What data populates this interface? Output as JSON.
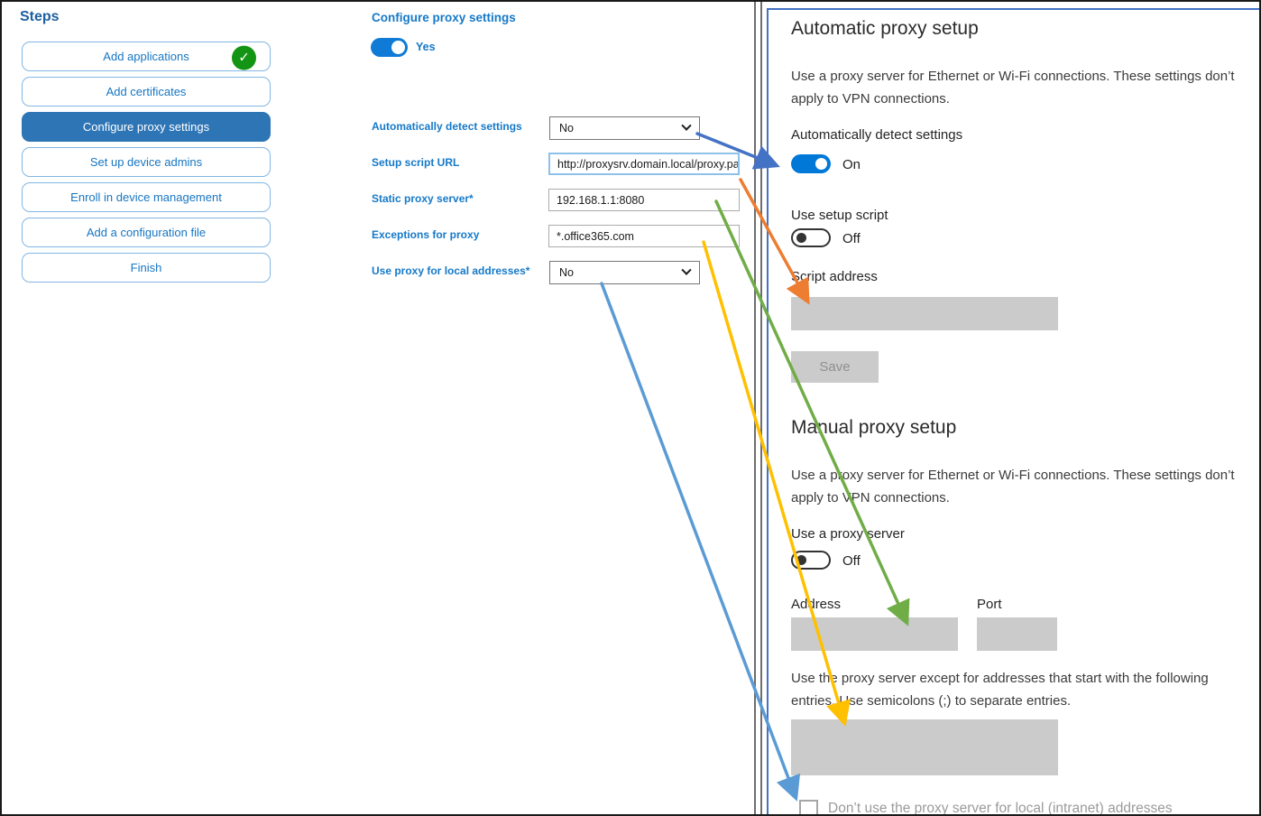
{
  "steps_panel": {
    "title": "Steps",
    "items": [
      {
        "label": "Add applications",
        "completed": true,
        "selected": false
      },
      {
        "label": "Add certificates",
        "completed": false,
        "selected": false
      },
      {
        "label": "Configure proxy settings",
        "completed": false,
        "selected": true
      },
      {
        "label": "Set up device admins",
        "completed": false,
        "selected": false
      },
      {
        "label": "Enroll in device management",
        "completed": false,
        "selected": false
      },
      {
        "label": "Add a configuration file",
        "completed": false,
        "selected": false
      },
      {
        "label": "Finish",
        "completed": false,
        "selected": false
      }
    ]
  },
  "form_panel": {
    "title": "Configure proxy settings",
    "toggle_state": "Yes",
    "fields": [
      {
        "label": "Automatically detect settings",
        "type": "select",
        "value": "No"
      },
      {
        "label": "Setup script URL",
        "type": "text",
        "value": "http://proxysrv.domain.local/proxy.pa"
      },
      {
        "label": "Static proxy server*",
        "type": "text",
        "value": "192.168.1.1:8080"
      },
      {
        "label": "Exceptions for proxy",
        "type": "text",
        "value": "*.office365.com"
      },
      {
        "label": "Use proxy for local addresses*",
        "type": "select",
        "value": "No"
      }
    ]
  },
  "settings_panel": {
    "automatic": {
      "heading": "Automatic proxy setup",
      "description": "Use a proxy server for Ethernet or Wi-Fi connections. These settings don’t apply to VPN connections.",
      "detect_label": "Automatically detect settings",
      "detect_state": "On",
      "script_toggle_label": "Use setup script",
      "script_toggle_state": "Off",
      "script_address_label": "Script address",
      "save_button": "Save"
    },
    "manual": {
      "heading": "Manual proxy setup",
      "description": "Use a proxy server for Ethernet or Wi-Fi connections. These settings don’t apply to VPN connections.",
      "proxy_toggle_label": "Use a proxy server",
      "proxy_toggle_state": "Off",
      "address_label": "Address",
      "port_label": "Port",
      "exceptions_hint": "Use the proxy server except for addresses that start with the following entries. Use semicolons (;) to separate entries.",
      "local_checkbox_label": "Don’t use the proxy server for local (intranet) addresses"
    }
  },
  "icons": {
    "completed_check": "check-icon",
    "dropdown": "chevron-down-icon"
  },
  "colors": {
    "accent_blue_text": "#1776c3",
    "selected_step_bg": "#2e75b6",
    "toggle_on_blue": "#0078d7",
    "completed_green": "#149414",
    "disabled_gray_fill": "#cbcbcb",
    "disabled_text": "#9b9b9b",
    "panel_highlight_border": "#4472c4",
    "arrow_blue": "#4472c4",
    "arrow_orange": "#ed7d31",
    "arrow_green": "#70ad47",
    "arrow_gold": "#ffc000",
    "arrow_lightblue": "#5b9bd5"
  }
}
